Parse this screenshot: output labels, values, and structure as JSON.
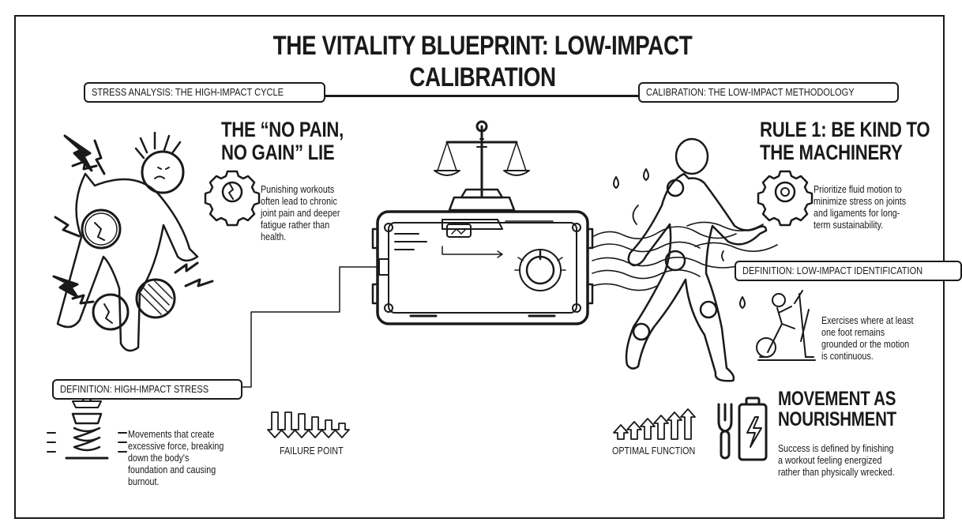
{
  "title": "THE VITALITY BLUEPRINT: LOW-IMPACT CALIBRATION",
  "left": {
    "section_tag": "STRESS ANALYSIS: THE HIGH-IMPACT CYCLE",
    "heading_line1": "THE “NO PAIN,",
    "heading_line2": "NO GAIN” LIE",
    "heading_text": "Punishing workouts often lead to chronic joint pain and deeper fatigue rather than health.",
    "definition_tag": "DEFINITION: HIGH-IMPACT STRESS",
    "definition_text": "Movements that create excessive force, breaking down the body's foundation and causing burnout.",
    "arrows_caption": "FAILURE POINT"
  },
  "right": {
    "section_tag": "CALIBRATION: THE LOW-IMPACT METHODOLOGY",
    "rule_line1": "RULE 1: BE KIND TO",
    "rule_line2": "THE MACHINERY",
    "rule_text": "Prioritize fluid motion to minimize stress on joints and ligaments for long-term sustainability.",
    "definition_tag": "DEFINITION: LOW-IMPACT IDENTIFICATION",
    "definition_text": "Exercises where at least one foot remains grounded or the motion is continuous.",
    "nourish_line1": "MOVEMENT AS",
    "nourish_line2": "NOURISHMENT",
    "nourish_text": "Success is defined by finishing a workout feeling energized rather than physically wrecked.",
    "arrows_caption": "OPTIMAL FUNCTION"
  }
}
